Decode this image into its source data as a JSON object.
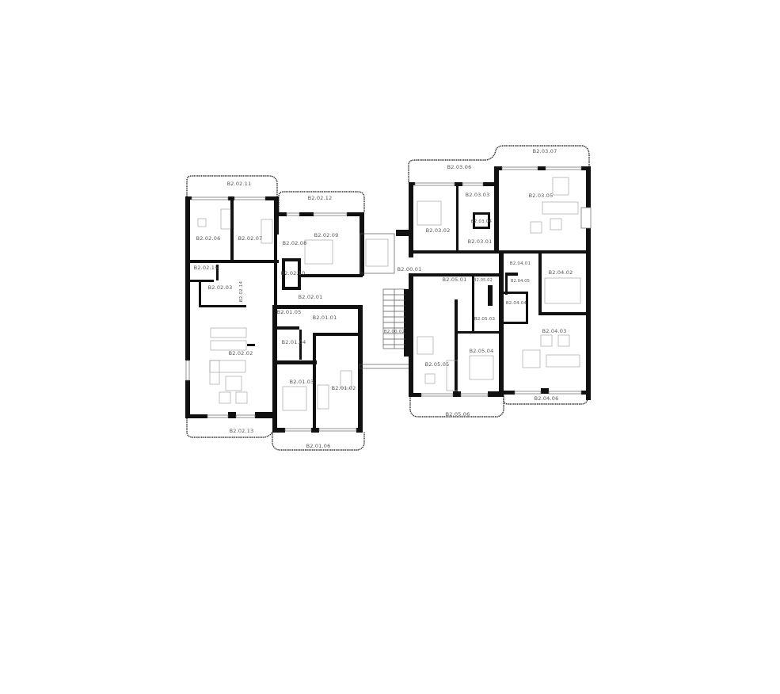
{
  "plan": {
    "wall_color": "#111111",
    "rooms": [
      "B2.02.11",
      "B2.02.12",
      "B2.02.06",
      "B2.02.07",
      "B2.02.08",
      "B2.02.09",
      "B2.02.15",
      "B2.02.10",
      "B2.02.03",
      "B2.02.14",
      "B2.02.01",
      "B2.01.05",
      "B2.01.01",
      "B2.01.04",
      "B2.02.02",
      "B2.01.03",
      "B2.01.02",
      "B2.02.13",
      "B2.01.06",
      "B2.03.06",
      "B2.03.07",
      "B2.03.03",
      "B2.03.05",
      "B2.03.04",
      "B2.03.02",
      "B2.03.01",
      "B2.00.01",
      "B2.04.01",
      "B2.04.02",
      "B2.05.01",
      "B2.05.02",
      "B2.04.05",
      "B2.04.04",
      "B2.05.03",
      "B2.00.02",
      "B2.04.03",
      "B2.05.04",
      "B2.05.05",
      "B2.04.06",
      "B2.05.06"
    ]
  }
}
